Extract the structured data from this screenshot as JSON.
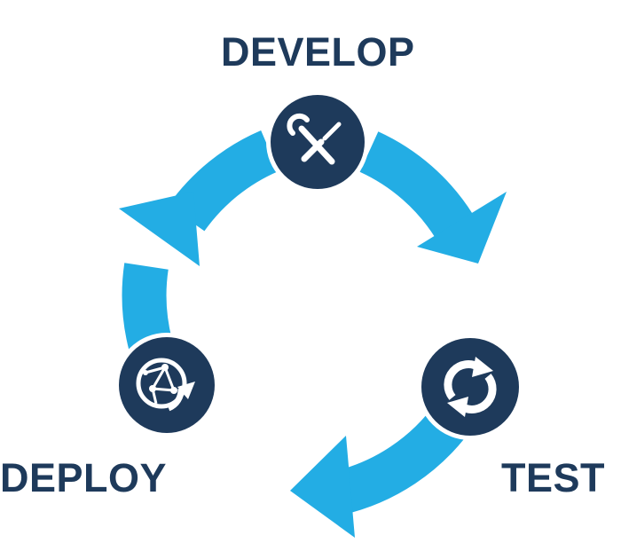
{
  "diagram": {
    "stages": [
      {
        "label": "DEVELOP",
        "icon": "tools-icon"
      },
      {
        "label": "TEST",
        "icon": "refresh-arrows-icon"
      },
      {
        "label": "DEPLOY",
        "icon": "globe-network-icon"
      }
    ],
    "colors": {
      "ring": "#23ade4",
      "node": "#1e3a5b",
      "node_border": "#ffffff",
      "label": "#1e3a5b",
      "icon": "#ffffff"
    }
  }
}
